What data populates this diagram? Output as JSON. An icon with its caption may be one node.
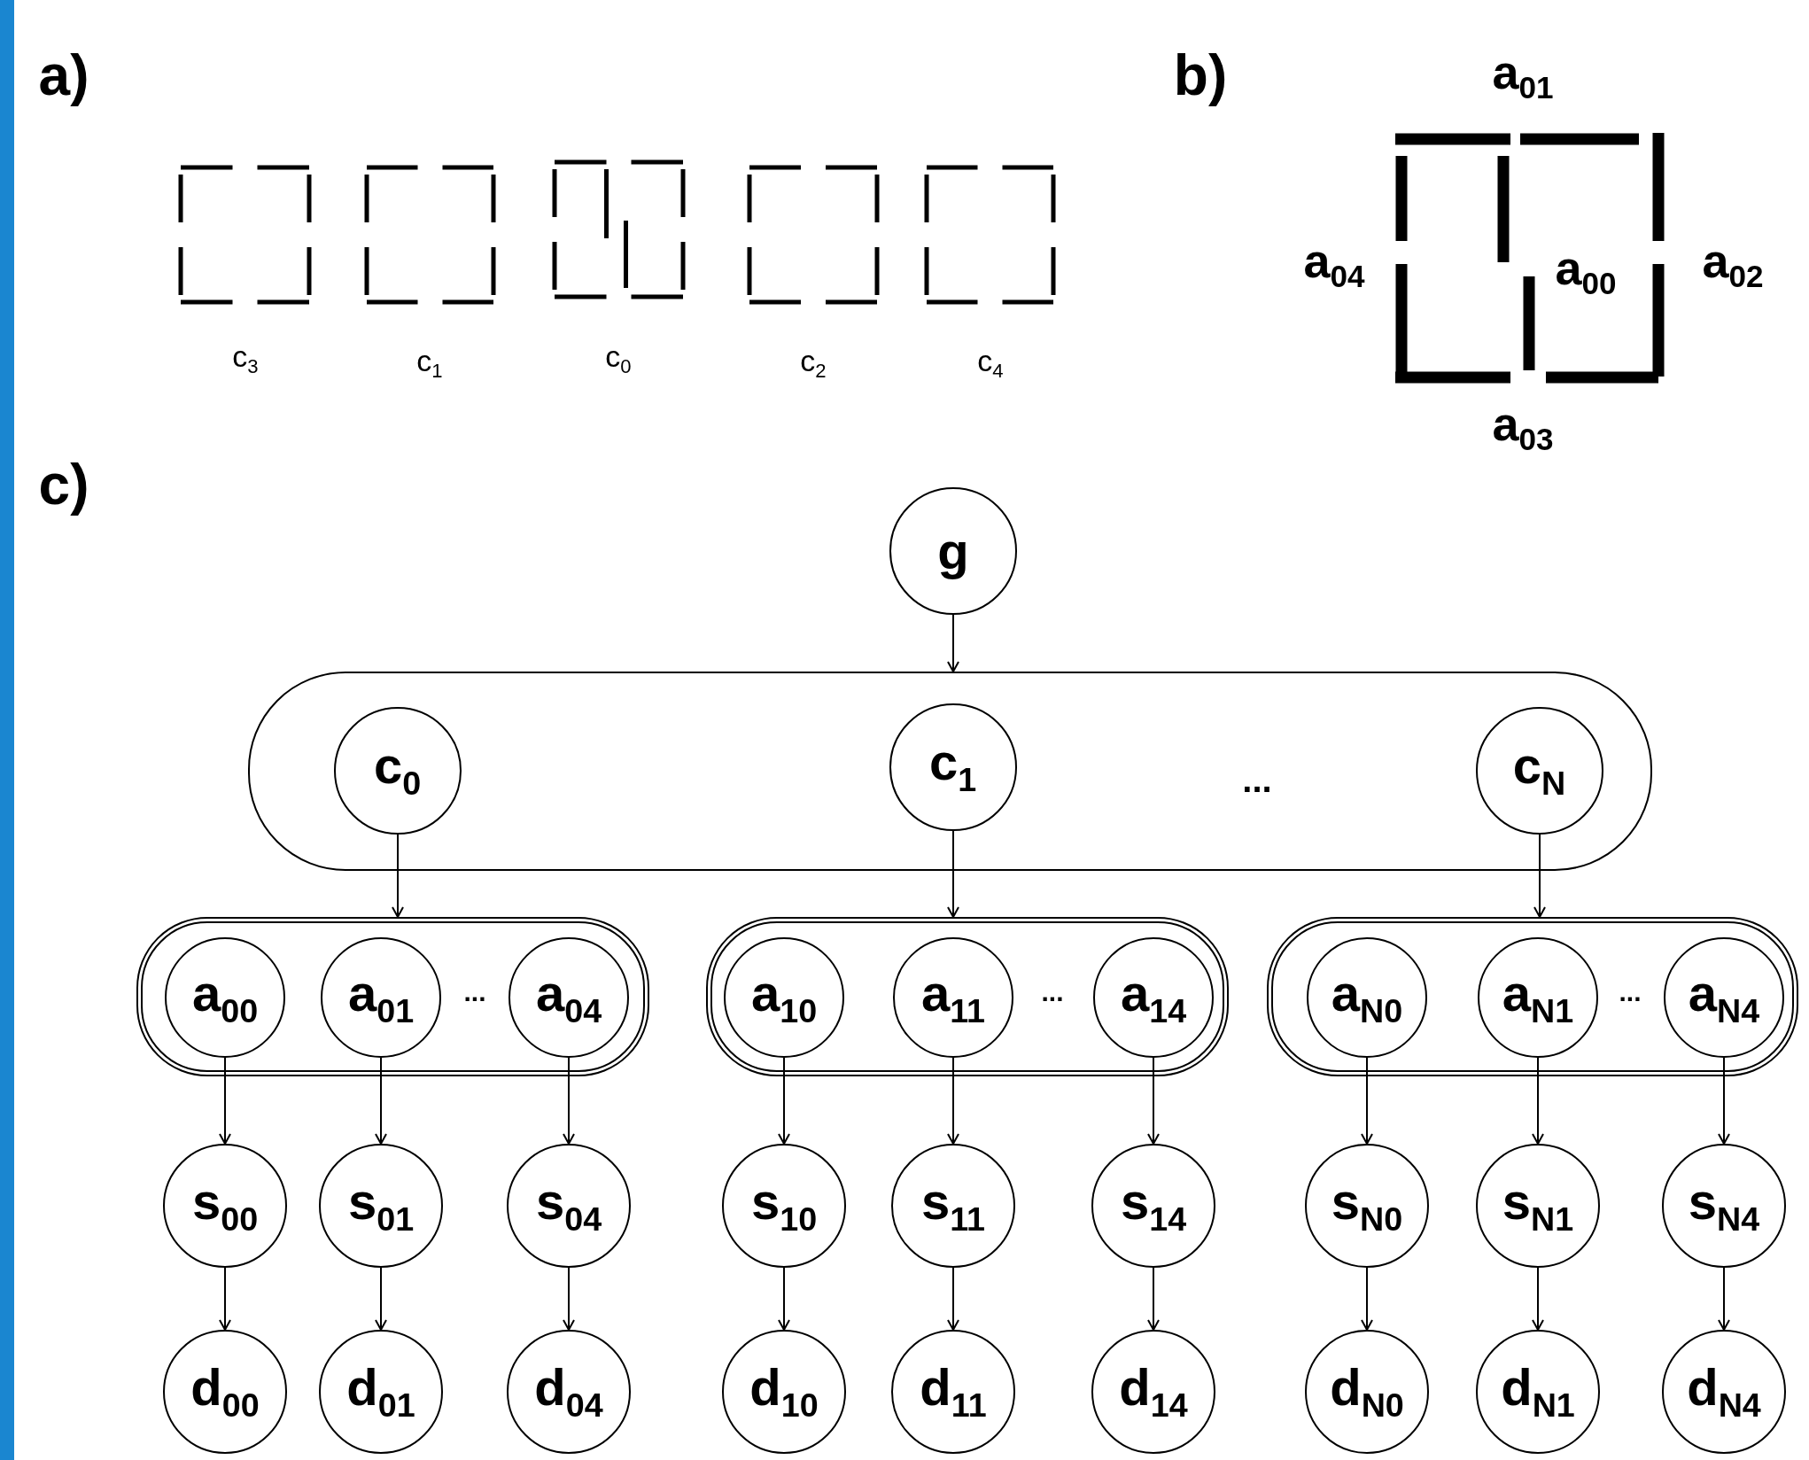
{
  "diagram": {
    "nodes": [
      {
        "text": [
          "g"
        ]
      },
      {
        "text": [],
        "shape": "box"
      },
      {
        "text": [
          "c$_{0}$"
        ],
        "in": 1
      },
      {
        "text": [
          "c$_{1}$"
        ],
        "in": 1
      },
      {
        "text": [
          "c$_{N}$"
        ],
        "in": 1
      },
      {
        "text": [],
        "shape": "box"
      },
      {
        "text": [
          "a$_{00}$"
        ],
        "in": 5
      },
      {
        "text": [
          "a$_{01}$"
        ],
        "in": 5
      },
      {
        "text": [
          "a$_{04}$"
        ],
        "in": 5
      },
      {
        "text": [],
        "shape": "box"
      },
      {
        "text": [
          "a$_{10}$"
        ],
        "in": 9
      },
      {
        "text": [
          "a$_{11}$"
        ],
        "in": 9
      },
      {
        "text": [
          "a$_{14}$"
        ],
        "in": 9
      },
      {
        "text": [],
        "shape": "box"
      },
      {
        "text": [
          "a$_{N0}$"
        ],
        "in": 13
      },
      {
        "text": [
          "a$_{N1}$"
        ],
        "in": 13
      },
      {
        "text": [
          "a$_{N4}$"
        ],
        "in": 13
      },
      {
        "text": [
          "s$_{00}$"
        ]
      },
      {
        "text": [
          "s$_{01}$"
        ]
      },
      {
        "text": [
          "s$_{04}$"
        ]
      },
      {
        "text": [
          "s$_{10}$"
        ]
      },
      {
        "text": [
          "s$_{11}$"
        ]
      },
      {
        "text": [
          "s$_{14}$"
        ]
      },
      {
        "text": [
          "s$_{N0}$"
        ]
      },
      {
        "text": [
          "s$_{N1}$"
        ]
      },
      {
        "text": [
          "s$_{N4}$"
        ]
      },
      {
        "text": [
          "d$_{00}$"
        ]
      },
      {
        "text": [
          "d$_{01}$"
        ]
      },
      {
        "text": [
          "d$_{04}$"
        ]
      },
      {
        "text": [
          "d$_{10}$"
        ]
      },
      {
        "text": [
          "d$_{11}$"
        ]
      },
      {
        "text": [
          "d$_{14}$"
        ]
      },
      {
        "text": [
          "d$_{N0}$"
        ]
      },
      {
        "text": [
          "d$_{N1}$"
        ]
      },
      {
        "text": [
          "d$_{N4}$"
        ]
      }
    ],
    "edges": [
      {
        "from": 0,
        "to": 1,
        "arrow": "to"
      },
      {
        "from": 2,
        "to": 5,
        "arrow": "to"
      },
      {
        "from": 3,
        "to": 9,
        "arrow": "to"
      },
      {
        "from": 4,
        "to": 13,
        "arrow": "to"
      },
      {
        "from": 6,
        "to": 17,
        "arrow": "to"
      },
      {
        "from": 7,
        "to": 18,
        "arrow": "to"
      },
      {
        "from": 8,
        "to": 19,
        "arrow": "to"
      },
      {
        "from": 10,
        "to": 20,
        "arrow": "to"
      },
      {
        "from": 11,
        "to": 21,
        "arrow": "to"
      },
      {
        "from": 12,
        "to": 22,
        "arrow": "to"
      },
      {
        "from": 14,
        "to": 23,
        "arrow": "to"
      },
      {
        "from": 15,
        "to": 24,
        "arrow": "to"
      },
      {
        "from": 16,
        "to": 25,
        "arrow": "to"
      },
      {
        "from": 17,
        "to": 26,
        "arrow": "to"
      },
      {
        "from": 18,
        "to": 27,
        "arrow": "to"
      },
      {
        "from": 19,
        "to": 28,
        "arrow": "to"
      },
      {
        "from": 20,
        "to": 29,
        "arrow": "to"
      },
      {
        "from": 21,
        "to": 30,
        "arrow": "to"
      },
      {
        "from": 22,
        "to": 31,
        "arrow": "to"
      },
      {
        "from": 23,
        "to": 32,
        "arrow": "to"
      },
      {
        "from": 24,
        "to": 33,
        "arrow": "to"
      },
      {
        "from": 25,
        "to": 34,
        "arrow": "to"
      }
    ],
    "labels": [
      "a)",
      "b)",
      "a$_{01}$",
      "a$_{04}$",
      "a$_{00}$",
      "a$_{02}$",
      "c$_{3}$",
      "c$_{1}$",
      "c$_{0}$",
      "c$_{2}$",
      "c$_{4}$",
      "a$_{03}$",
      "c)",
      "...",
      "...",
      "...",
      "..."
    ]
  }
}
